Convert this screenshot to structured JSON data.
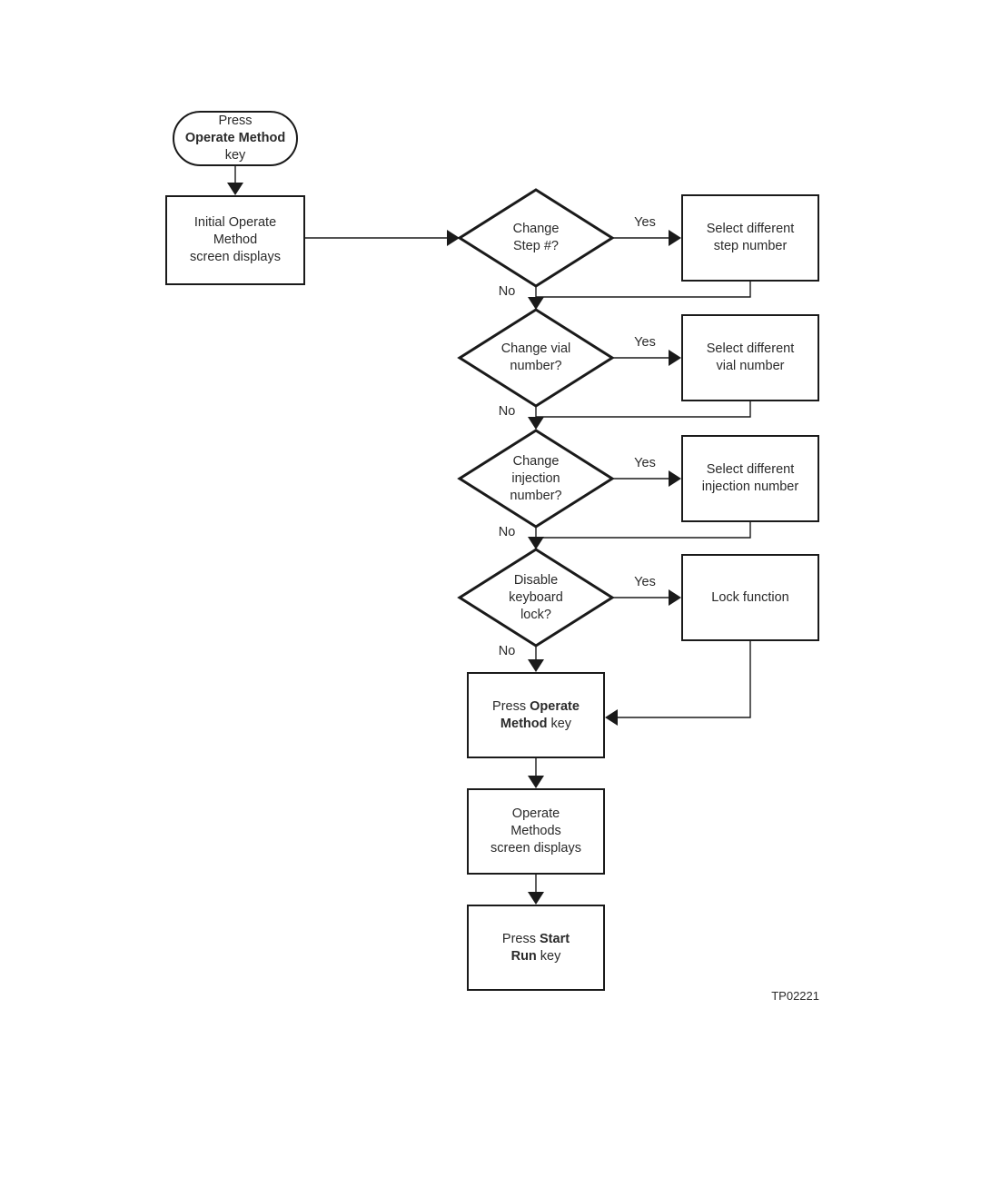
{
  "figure": {
    "code": "TP02221",
    "ink_color": "#1a1a1a",
    "background_color": "#ffffff"
  },
  "start": {
    "line1": "Press",
    "line2": "Operate Method",
    "line3": "key"
  },
  "initial": {
    "text": "Initial Operate\nMethod\nscreen displays"
  },
  "decisions": [
    {
      "question": "Change\nStep #?",
      "yes": "Yes",
      "no": "No",
      "action": "Select different\nstep number"
    },
    {
      "question": "Change vial\nnumber?",
      "yes": "Yes",
      "no": "No",
      "action": "Select different\nvial number"
    },
    {
      "question": "Change\ninjection\nnumber?",
      "yes": "Yes",
      "no": "No",
      "action": "Select different\ninjection number"
    },
    {
      "question": "Disable\nkeyboard\nlock?",
      "yes": "Yes",
      "no": "No",
      "action": "Lock function"
    }
  ],
  "press_operate": {
    "l1a": "Press ",
    "l1b": "Operate",
    "l2a": "Method",
    "l2b": " key"
  },
  "operate_methods": {
    "text": "Operate\nMethods\nscreen displays"
  },
  "start_run": {
    "l1a": "Press ",
    "l1b": "Start",
    "l2a": "Run",
    "l2b": " key"
  }
}
